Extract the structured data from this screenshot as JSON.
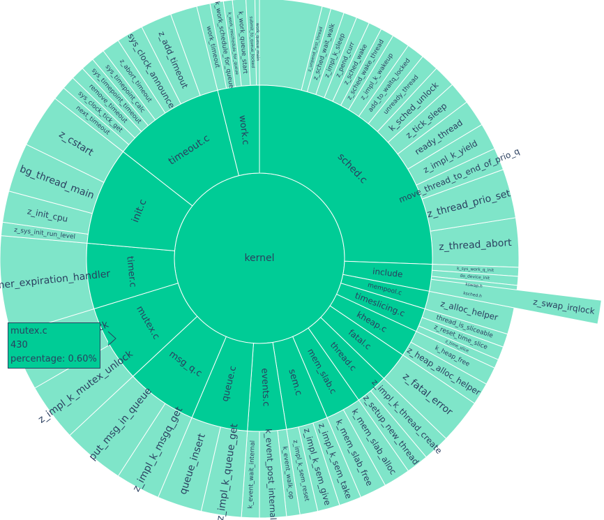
{
  "chart_data": {
    "type": "sunburst",
    "root": "kernel",
    "colors": {
      "inner": "#00cc96",
      "leaf": "#7fe5c9",
      "stroke": "#ffffff",
      "text": "#2a3f5f"
    },
    "children": [
      {
        "name": "sched.c",
        "start": -90,
        "end": 2,
        "children": [
          {
            "name": "z_thread_abort",
            "start": -9,
            "end": 2
          },
          {
            "name": "z_thread_prio_set",
            "start": -20,
            "end": -9
          },
          {
            "name": "move_thread_to_end_of_prio_q",
            "start": -25,
            "end": -20
          },
          {
            "name": "z_impl_k_yield",
            "start": -31,
            "end": -25
          },
          {
            "name": "ready_thread",
            "start": -37,
            "end": -31
          },
          {
            "name": "z_tick_sleep",
            "start": -42,
            "end": -37
          },
          {
            "name": "k_sched_unlock",
            "start": -47,
            "end": -42
          },
          {
            "name": "unready_thread",
            "start": -51,
            "end": -47
          },
          {
            "name": "add_to_waitq_locked",
            "start": -55,
            "end": -51
          },
          {
            "name": "z_impl_k_wakeup",
            "start": -59,
            "end": -55
          },
          {
            "name": "z_sched_wake_thread",
            "start": -62,
            "end": -59
          },
          {
            "name": "z_sched_wake",
            "start": -65,
            "end": -62
          },
          {
            "name": "z_pend_curr",
            "start": -68,
            "end": -65
          },
          {
            "name": "z_impl_k_sleep",
            "start": -71,
            "end": -68
          },
          {
            "name": "z_sched_wait_walk",
            "start": -74,
            "end": -71
          },
          {
            "name": "z_unpend_first_thread",
            "start": -76,
            "end": -74
          },
          {
            "name": "",
            "start": -90,
            "end": -76
          }
        ]
      },
      {
        "name": "include",
        "start": 2,
        "end": 11,
        "children": [
          {
            "name": "k_sys_work_q_init",
            "start": 2,
            "end": 4
          },
          {
            "name": "do_device_init",
            "start": 4,
            "end": 6
          },
          {
            "name": "kswap.h",
            "start": 6,
            "end": 8.5
          },
          {
            "name": "ksched.h",
            "start": 8.5,
            "end": 11
          }
        ]
      },
      {
        "name": "mempool.c",
        "start": 11,
        "end": 17,
        "children": [
          {
            "name": "z_alloc_helper",
            "start": 11,
            "end": 17
          }
        ]
      },
      {
        "name": "timeslicing.c",
        "start": 17,
        "end": 25,
        "children": [
          {
            "name": "thread_is_sliceable",
            "start": 17,
            "end": 20
          },
          {
            "name": "z_reset_time_slice",
            "start": 20,
            "end": 23
          },
          {
            "name": "z_time_slice",
            "start": 23,
            "end": 25
          }
        ]
      },
      {
        "name": "kheap.c",
        "start": 25,
        "end": 34,
        "children": [
          {
            "name": "k_heap_free",
            "start": 25,
            "end": 29
          },
          {
            "name": "z_heap_alloc_helper",
            "start": 29,
            "end": 34
          }
        ]
      },
      {
        "name": "fatal.c",
        "start": 34,
        "end": 44,
        "children": [
          {
            "name": "z_fatal_error",
            "start": 34,
            "end": 44
          }
        ]
      },
      {
        "name": "thread.c",
        "start": 44,
        "end": 55,
        "children": [
          {
            "name": "z_impl_k_thread_create",
            "start": 44,
            "end": 50
          },
          {
            "name": "z_setup_new_thread",
            "start": 50,
            "end": 55
          }
        ]
      },
      {
        "name": "mem_slab.c",
        "start": 55,
        "end": 67,
        "children": [
          {
            "name": "k_mem_slab_alloc",
            "start": 55,
            "end": 61
          },
          {
            "name": "k_mem_slab_free",
            "start": 61,
            "end": 67
          }
        ]
      },
      {
        "name": "sem.c",
        "start": 67,
        "end": 81,
        "children": [
          {
            "name": "z_impl_k_sem_take",
            "start": 67,
            "end": 72
          },
          {
            "name": "z_impl_k_sem_give",
            "start": 72,
            "end": 77
          },
          {
            "name": "z_impl_k_sem_reset",
            "start": 77,
            "end": 81
          }
        ]
      },
      {
        "name": "events.c",
        "start": 81,
        "end": 94,
        "children": [
          {
            "name": "k_event_walk_op",
            "start": 81,
            "end": 84
          },
          {
            "name": "k_event_post_internal",
            "start": 84,
            "end": 90
          },
          {
            "name": "k_event_wait_internal",
            "start": 90,
            "end": 94
          }
        ]
      },
      {
        "name": "queue.c",
        "start": 94,
        "end": 113,
        "children": [
          {
            "name": "z_impl_k_queue_get",
            "start": 94,
            "end": 103
          },
          {
            "name": "queue_insert",
            "start": 103,
            "end": 113
          }
        ]
      },
      {
        "name": "msg_q.c",
        "start": 113,
        "end": 137,
        "children": [
          {
            "name": "z_impl_k_msgq_get",
            "start": 113,
            "end": 123
          },
          {
            "name": "put_msg_in_queue",
            "start": 123,
            "end": 137
          }
        ]
      },
      {
        "name": "mutex.c",
        "start": 137,
        "end": 163,
        "children": [
          {
            "name": "z_impl_k_mutex_unlock",
            "start": 137,
            "end": 150
          },
          {
            "name": "z_impl_k_mutex_lock",
            "start": 150,
            "end": 163
          }
        ]
      },
      {
        "name": "timer.c",
        "start": 163,
        "end": 185,
        "children": [
          {
            "name": "z_timer_expiration_handler",
            "start": 163,
            "end": 185
          }
        ]
      },
      {
        "name": "init.c",
        "start": 185,
        "end": 218,
        "children": [
          {
            "name": "z_sys_init_run_level",
            "start": 185,
            "end": 188
          },
          {
            "name": "z_init_cpu",
            "start": 188,
            "end": 195
          },
          {
            "name": "bg_thread_main",
            "start": 195,
            "end": 206
          },
          {
            "name": "z_cstart",
            "start": 206,
            "end": 218
          }
        ]
      },
      {
        "name": "timeout.c",
        "start": 218,
        "end": 256,
        "children": [
          {
            "name": "next_timeout",
            "start": 218,
            "end": 221
          },
          {
            "name": "sys_clock_tick_get",
            "start": 221,
            "end": 224
          },
          {
            "name": "remove_timeout",
            "start": 224,
            "end": 227
          },
          {
            "name": "sys_timepoint_timeout",
            "start": 227,
            "end": 230
          },
          {
            "name": "sys_timepoint_calc",
            "start": 230,
            "end": 233
          },
          {
            "name": "z_abort_timeout",
            "start": 233,
            "end": 237
          },
          {
            "name": "sys_clock_announce",
            "start": 237,
            "end": 243
          },
          {
            "name": "z_add_timeout",
            "start": 243,
            "end": 250
          },
          {
            "name": "",
            "start": 250,
            "end": 256
          }
        ]
      },
      {
        "name": "work.c",
        "start": 256,
        "end": 270,
        "children": [
          {
            "name": "work_timeout",
            "start": 256,
            "end": 259
          },
          {
            "name": "k_work_schedule_for_queue",
            "start": 259,
            "end": 262
          },
          {
            "name": "k_work_reschedule_for_queue",
            "start": 262,
            "end": 264
          },
          {
            "name": "k_work_queue_start",
            "start": 264,
            "end": 267
          },
          {
            "name": "submit_to_queue_locked",
            "start": 267,
            "end": 269
          },
          {
            "name": "work_queue_main",
            "start": 269,
            "end": 270
          }
        ]
      }
    ],
    "extra_leaf": {
      "name": "z_swap_irqlock",
      "start": 7,
      "end": 11
    }
  },
  "tooltip": {
    "name": "mutex.c",
    "value": "430",
    "percentage": "percentage: 0.60%"
  }
}
